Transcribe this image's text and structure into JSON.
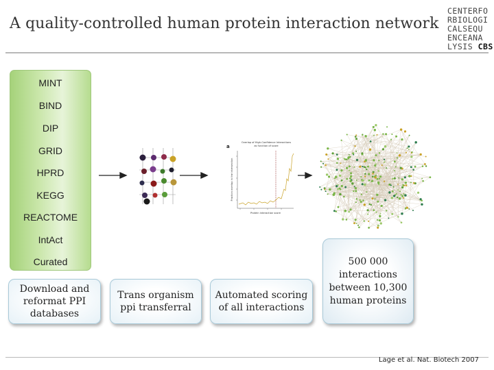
{
  "header": {
    "title": "A quality-controlled human protein interaction network",
    "logo_lines": [
      "CENTERFO",
      "RBIOLOGI",
      "CALSEQU",
      "ENCEANA",
      "LYSIS"
    ],
    "logo_bold": "CBS"
  },
  "databases": [
    "MINT",
    "BIND",
    "DIP",
    "GRID",
    "HPRD",
    "KEGG",
    "REACTOME",
    "IntAct",
    "Curated"
  ],
  "steps": {
    "download": [
      "Download and",
      "reformat PPI",
      "databases"
    ],
    "transfer": [
      "Trans organism",
      "ppi transferral"
    ],
    "scoring": [
      "Automated scoring",
      "of all interactions"
    ]
  },
  "result": [
    "500 000",
    "interactions",
    "between 10,300",
    "human proteins"
  ],
  "plot": {
    "panel_label": "a",
    "title_lines": [
      "Overlap of High-Confidence Interactions",
      "as function of score"
    ],
    "ylabel": "Fraction overlap in the intersection",
    "xlabel": "Protein interaction score"
  },
  "citation": "Lage et al. Nat. Biotech 2007",
  "colors": {
    "db_panel": "#b6dc8f",
    "step_border": "#a8c9d8",
    "network_node": "#7ab648"
  }
}
